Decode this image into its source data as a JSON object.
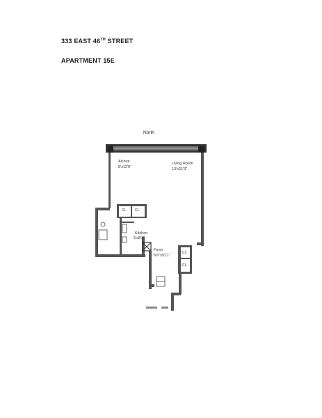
{
  "header": {
    "address_main": "333 EAST 46",
    "address_sup": "TH",
    "address_street": " STREET",
    "apartment": "APARTMENT 15E"
  },
  "plan": {
    "north": "North",
    "rooms": {
      "alcove_name": "Alcove",
      "alcove_dim": "8'x12'9\"",
      "living_name": "Living Room",
      "living_dim": "13'x21'3\"",
      "kitchen_name": "Kitchen",
      "kitchen_dim": "5'x8'3\"",
      "foyer_name": "Foyer",
      "foyer_dim": "6'6\"x9'11\""
    },
    "closets": [
      "CL",
      "CL",
      "CL",
      "CL"
    ]
  },
  "colors": {
    "wall": "#555555",
    "window": "#333333"
  }
}
